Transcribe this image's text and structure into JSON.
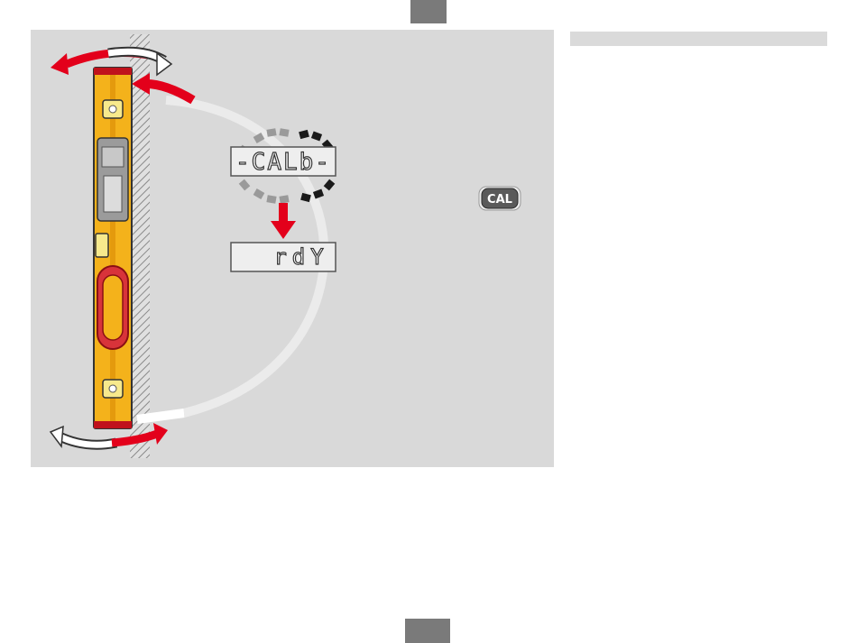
{
  "display_calib": {
    "text": "-CALb-"
  },
  "display_ready": {
    "text": "rdY"
  },
  "cal_button": {
    "label": "CAL"
  },
  "colors": {
    "panel_bg": "#d9d9d9",
    "arrow_red": "#e3001b",
    "level_yellow": "#f4b21b",
    "tab_gray": "#7a7a7a",
    "header_gray": "#dadada"
  }
}
